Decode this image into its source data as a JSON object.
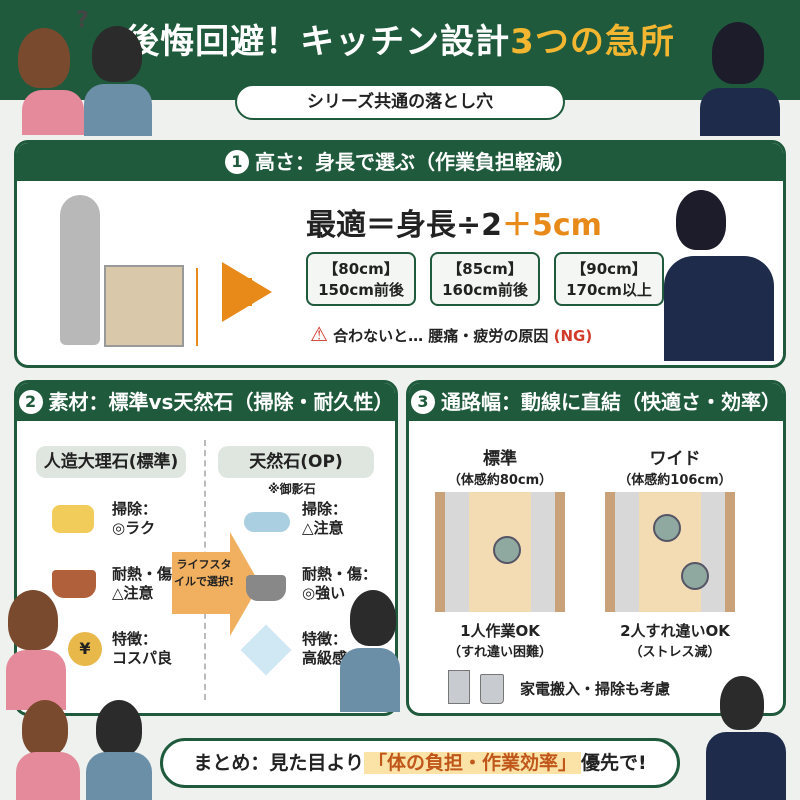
{
  "header": {
    "title_main": "後悔回避！キッチン設計",
    "title_highlight": "3つの急所",
    "subtitle": "シリーズ共通の落とし穴",
    "question_mark": "?"
  },
  "section1": {
    "number": "1",
    "title": "高さ：身長で選ぶ（作業負担軽減）",
    "formula_main": "最適＝身長÷2",
    "formula_plus": "＋5cm",
    "options": [
      {
        "height": "【80cm】",
        "body": "150cm前後"
      },
      {
        "height": "【85cm】",
        "body": "160cm前後"
      },
      {
        "height": "【90cm】",
        "body": "170cm以上"
      }
    ],
    "warning": "合わないと… 腰痛・疲労の原因",
    "warning_ng": "(NG)"
  },
  "section2": {
    "number": "2",
    "title": "素材：標準vs天然石（掃除・耐久性）",
    "left": {
      "label": "人造大理石(標準)",
      "items": [
        {
          "k": "掃除：",
          "v": "◎ラク"
        },
        {
          "k": "耐熱・傷",
          "v": "△注意"
        },
        {
          "k": "特徴：",
          "v": "コスパ良"
        }
      ]
    },
    "right": {
      "label": "天然石(OP)",
      "note": "※御影石",
      "items": [
        {
          "k": "掃除：",
          "v": "△注意"
        },
        {
          "k": "耐熱・傷：",
          "v": "◎強い"
        },
        {
          "k": "特徴：",
          "v": "高級感"
        }
      ]
    },
    "arrow_text": "ライフスタイルで選択!",
    "coin_symbol": "¥"
  },
  "section3": {
    "number": "3",
    "title": "通路幅：動線に直結（快適さ・効率）",
    "standard": {
      "label": "標準",
      "width": "（体感約80cm）",
      "result": "1人作業OK",
      "note": "（すれ違い困難）"
    },
    "wide": {
      "label": "ワイド",
      "width": "（体感約106cm）",
      "result": "2人すれ違いOK",
      "note": "（ストレス減）"
    },
    "footer": "家電搬入・掃除も考慮"
  },
  "summary": {
    "prefix": "まとめ：見た目より",
    "highlight": "「体の負担・作業効率」",
    "suffix": "優先で!"
  },
  "colors": {
    "green": "#1f5a3c",
    "orange": "#e88a1a",
    "warning": "#d23a2a"
  }
}
